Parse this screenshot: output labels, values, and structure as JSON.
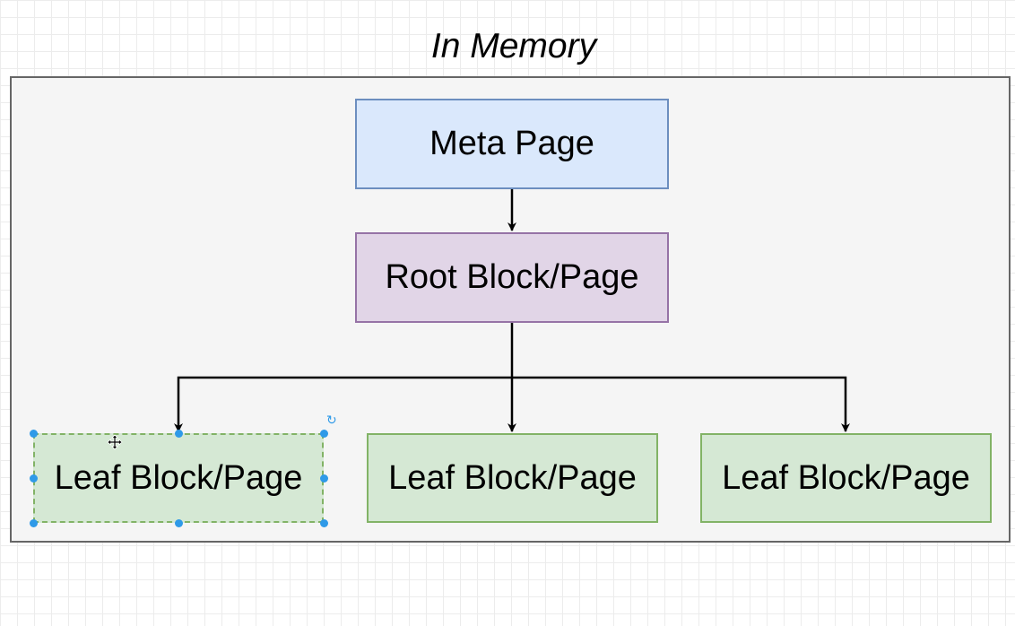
{
  "diagram": {
    "title": "In Memory",
    "nodes": {
      "meta": "Meta Page",
      "root": "Root Block/Page",
      "leaf1": "Leaf Block/Page",
      "leaf2": "Leaf Block/Page",
      "leaf3": "Leaf Block/Page"
    }
  },
  "colors": {
    "meta_fill": "#dae8fc",
    "meta_border": "#6c8ebf",
    "root_fill": "#e1d5e7",
    "root_border": "#9673a6",
    "leaf_fill": "#d5e8d4",
    "leaf_border": "#82b366",
    "selection": "#2f9ae8",
    "edge": "#000000"
  },
  "selection": {
    "selected_node": "leaf1",
    "handles": [
      "top-left",
      "top",
      "top-right",
      "left",
      "right",
      "bottom-left",
      "bottom",
      "bottom-right"
    ],
    "rotate_icon": "rotate-icon",
    "cursor_icon": "move-cursor-icon"
  }
}
